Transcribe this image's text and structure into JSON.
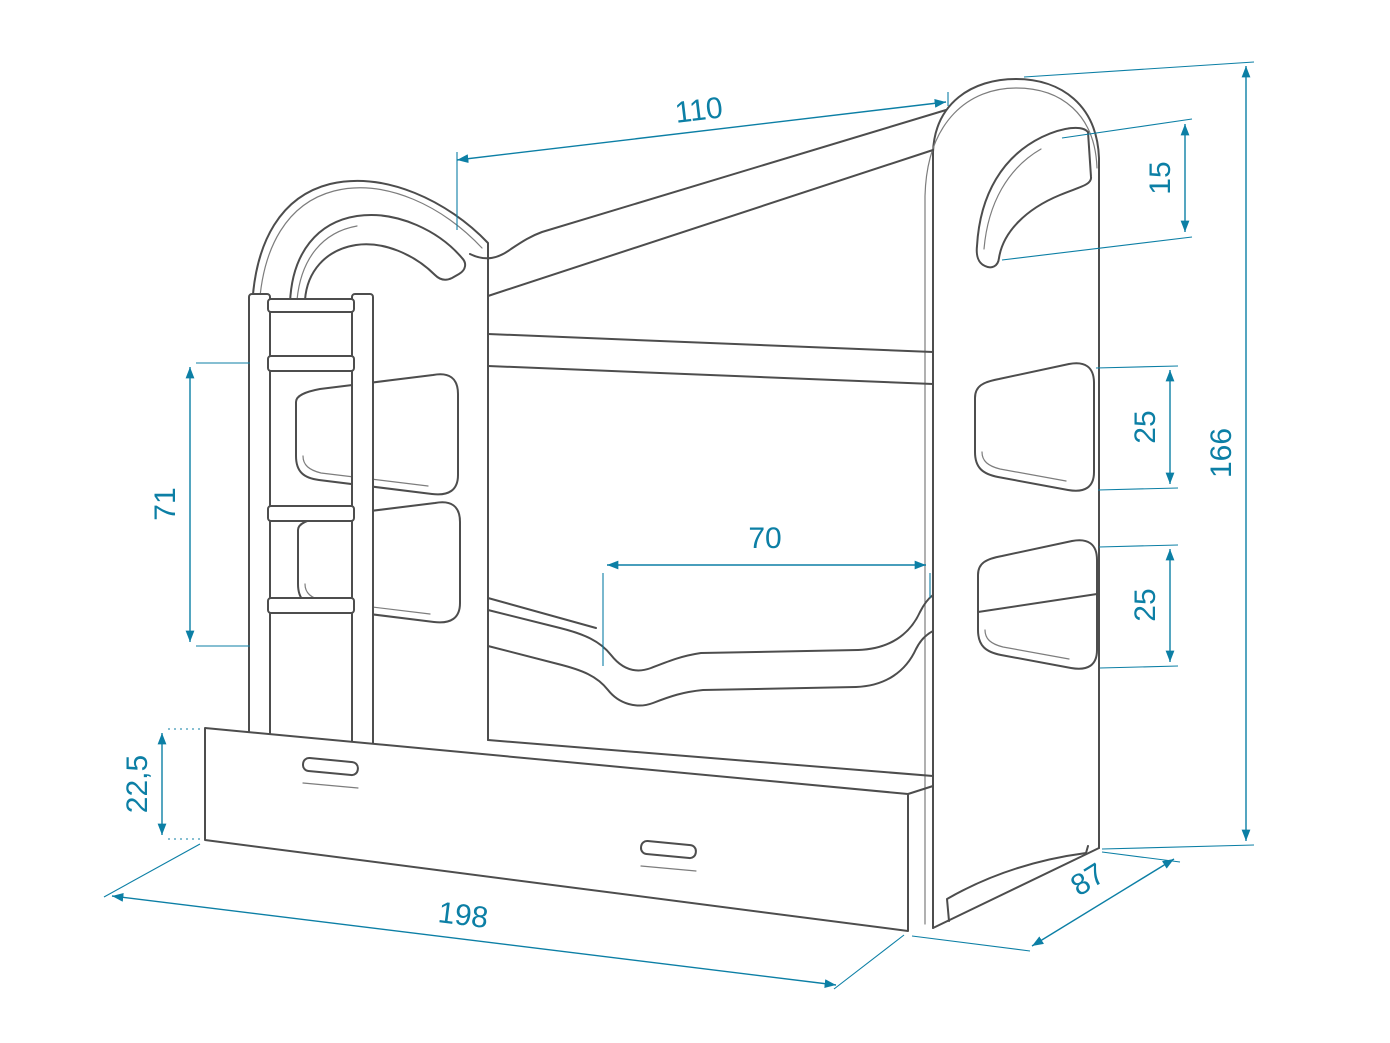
{
  "figure": {
    "type": "furniture technical drawing",
    "subject": "bunk bed with ladder, side cut-out handles and under-bed storage drawer",
    "colors": {
      "outline": "#4d4d4d",
      "dimension": "#0c7fa5",
      "background": "#ffffff"
    }
  },
  "dimensions": {
    "top_rail_length": "110",
    "headboard_cutout_height": "15",
    "upper_cutout_height": "25",
    "overall_height": "166",
    "lower_cutout_height": "25",
    "ladder_section_height": "71",
    "guardrail_length": "70",
    "drawer_height": "22,5",
    "overall_length": "198",
    "overall_depth": "87"
  }
}
